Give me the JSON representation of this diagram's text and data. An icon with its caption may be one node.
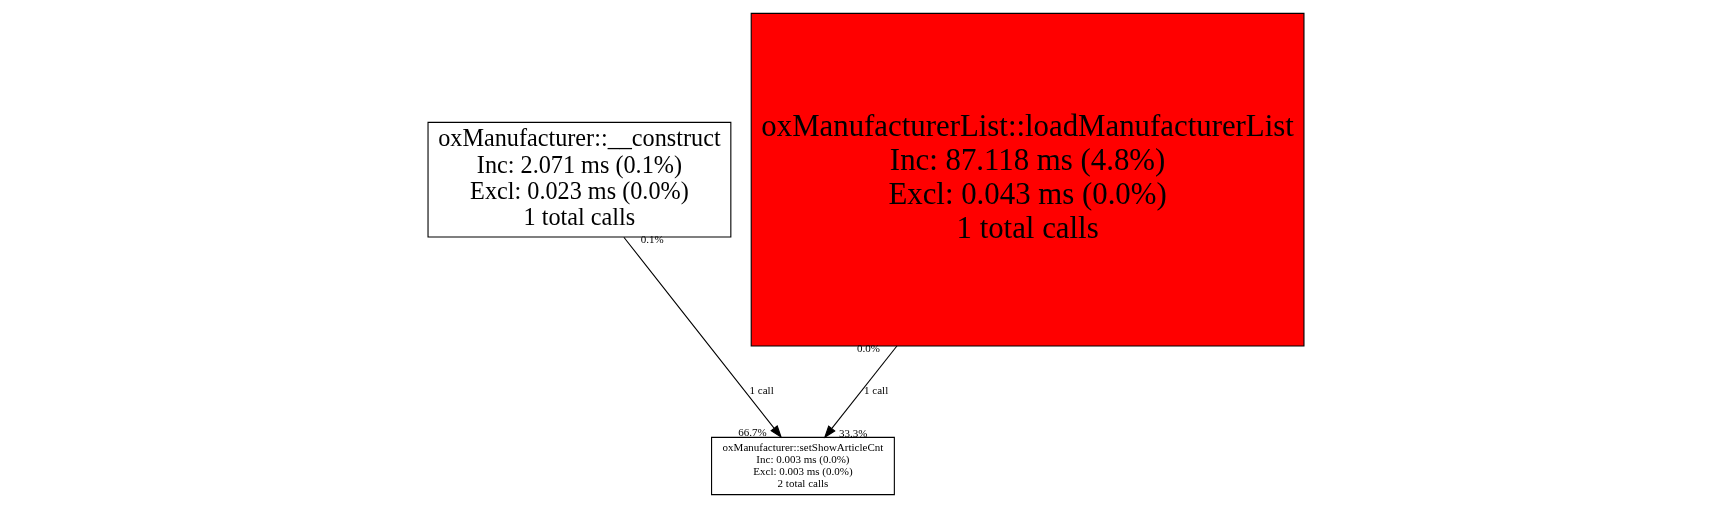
{
  "diagram": {
    "nodes": [
      {
        "text": [
          "oxManufacturer::__construct",
          "Inc: 2.071 ms (0.1%)",
          "Excl: 0.023 ms (0.0%)",
          "1 total calls"
        ]
      },
      {
        "text": [
          "oxManufacturerList::loadManufacturerList",
          "Inc: 87.118 ms (4.8%)",
          "Excl: 0.043 ms (0.0%)",
          "1 total calls"
        ]
      },
      {
        "text": [
          "oxManufacturer::setShowArticleCnt",
          "Inc: 0.003 ms (0.0%)",
          "Excl: 0.003 ms (0.0%)",
          "2 total calls"
        ]
      }
    ],
    "edges": [
      {
        "from": 0,
        "to": 2,
        "arrow": "to",
        "label": "1 call"
      },
      {
        "from": 1,
        "to": 2,
        "arrow": "to",
        "label": "1 call"
      }
    ],
    "labels": [
      "0.1%",
      "66.7%",
      "0.0%",
      "33.3%"
    ]
  }
}
